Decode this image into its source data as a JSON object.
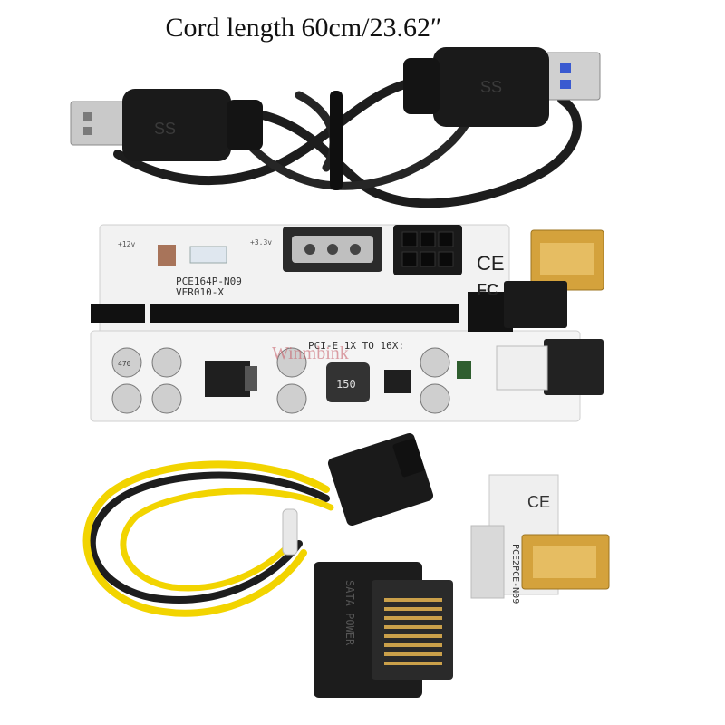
{
  "caption": "Cord length 60cm/23.62″",
  "board": {
    "model": "PCE164P-N09",
    "version": "VER010-X",
    "pcie_label": "PCI-E 1X TO 16X:",
    "v12_label": "+12v",
    "v33_label": "+3.3v",
    "inductor_code": "150",
    "ce_mark": "CE",
    "fc_mark": "FC",
    "cap_code": "470"
  },
  "adapter": {
    "model": "PCE2PCE-N09",
    "ce_mark": "CE"
  },
  "sata": {
    "label": "SATA POWER"
  },
  "usb": {
    "symbol": "SS"
  },
  "watermark": "Winmbink",
  "colors": {
    "board": "#f2f2f2",
    "cable": "#1d1d1d",
    "gold": "#d4a23c",
    "wire_yellow": "#f2d400"
  }
}
